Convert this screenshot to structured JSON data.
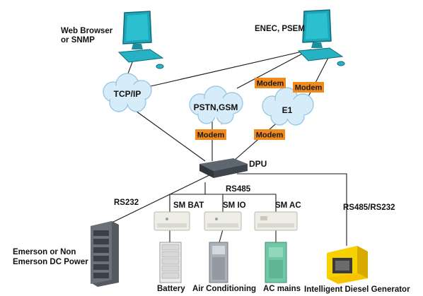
{
  "colors": {
    "modem_fill": "#f08a1c",
    "cloud_fill": "#d6ecf8",
    "cloud_stroke": "#8fc3e3",
    "monitor_teal": "#1fa6b8",
    "cabinet_gray": "#555a60",
    "genset_yellow": "#f5c400"
  },
  "clients": {
    "web": {
      "label_line1": "Web Browser",
      "label_line2": "or SNMP",
      "icon": "computer-icon"
    },
    "enec": {
      "label": "ENEC, PSEM",
      "icon": "computer-icon"
    }
  },
  "networks": {
    "tcpip": "TCP/IP",
    "pstn": "PSTN,GSM",
    "e1": "E1"
  },
  "modem_label": "Modem",
  "dpu": {
    "label": "DPU",
    "icon": "controller-box-icon"
  },
  "links": {
    "rs232": "RS232",
    "rs485": "RS485",
    "rs485_rs232": "RS485/RS232"
  },
  "modules": [
    {
      "label": "SM BAT",
      "device_label": "Battery"
    },
    {
      "label": "SM IO",
      "device_label": "Air Conditioning"
    },
    {
      "label": "SM AC",
      "device_label": "AC mains"
    }
  ],
  "power": {
    "label_line1": "Emerson or Non",
    "label_line2": "Emerson DC Power",
    "icon": "power-cabinet-icon"
  },
  "generator": {
    "label": "Intelligent Diesel Generator",
    "icon": "generator-icon"
  }
}
